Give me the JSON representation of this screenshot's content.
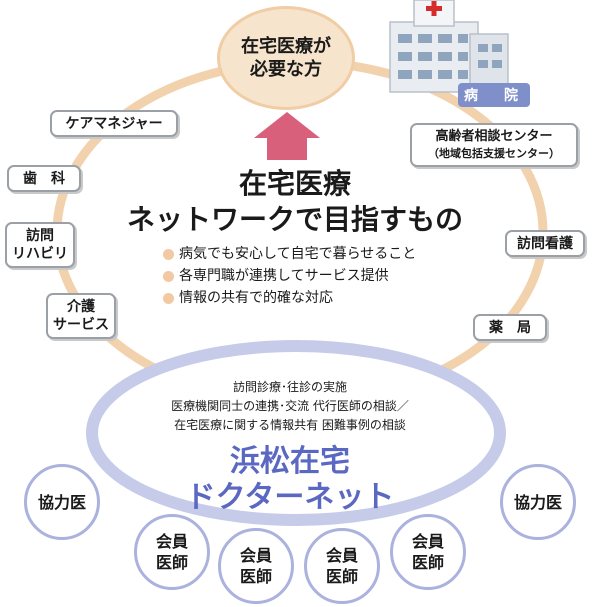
{
  "center": {
    "patient_line1": "在宅医療が",
    "patient_line2": "必要な方",
    "title_line1": "在宅医療",
    "title_line2": "ネットワークで目指すもの",
    "goals": [
      "病気でも安心して自宅で暮らせること",
      "各専門職が連携してサービス提供",
      "情報の共有で的確な対応"
    ]
  },
  "providers": {
    "care_manager": "ケアマネジャー",
    "dentistry": "歯　科",
    "rehab_line1": "訪問",
    "rehab_line2": "リハビリ",
    "care_line1": "介護",
    "care_line2": "サービス",
    "hospital": "病　院",
    "elder_center_line1": "高齢者相談センター",
    "elder_center_line2": "（地域包括支援センター）",
    "visiting_nursing": "訪問看護",
    "pharmacy": "薬　局"
  },
  "network": {
    "services": [
      "訪問診療･往診の実施",
      "医療機関同士の連携･交流 代行医師の相談／",
      "在宅医療に関する情報共有 困難事例の相談"
    ],
    "name_line1": "浜松在宅",
    "name_line2": "ドクターネット",
    "cooperating_doctor": "協力医",
    "member_line1": "会員",
    "member_line2": "医師"
  },
  "colors": {
    "outer_ring": "#f2d2ad",
    "inner_ring": "#c5cbe9",
    "network_text": "#5b68c2",
    "arrow": "#d9607a",
    "hospital_tag": "#7f8fca"
  }
}
